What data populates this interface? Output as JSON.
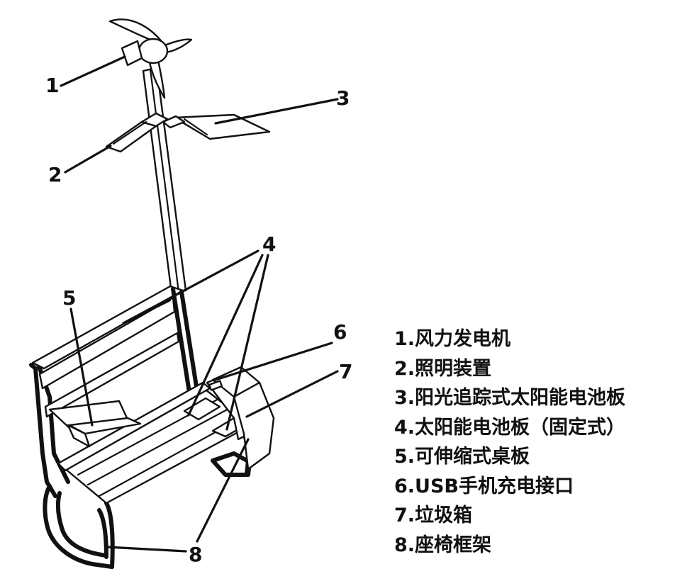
{
  "callouts": [
    {
      "id": "1",
      "label": "1"
    },
    {
      "id": "2",
      "label": "2"
    },
    {
      "id": "3",
      "label": "3"
    },
    {
      "id": "4",
      "label": "4"
    },
    {
      "id": "5",
      "label": "5"
    },
    {
      "id": "6",
      "label": "6"
    },
    {
      "id": "7",
      "label": "7"
    },
    {
      "id": "8",
      "label": "8"
    }
  ],
  "legend": [
    "1.风力发电机",
    "2.照明装置",
    "3.阳光追踪式太阳能电池板",
    "4.太阳能电池板（固定式）",
    "5.可伸缩式桌板",
    "6.USB手机充电接口",
    "7.垃圾箱",
    "8.座椅框架"
  ]
}
